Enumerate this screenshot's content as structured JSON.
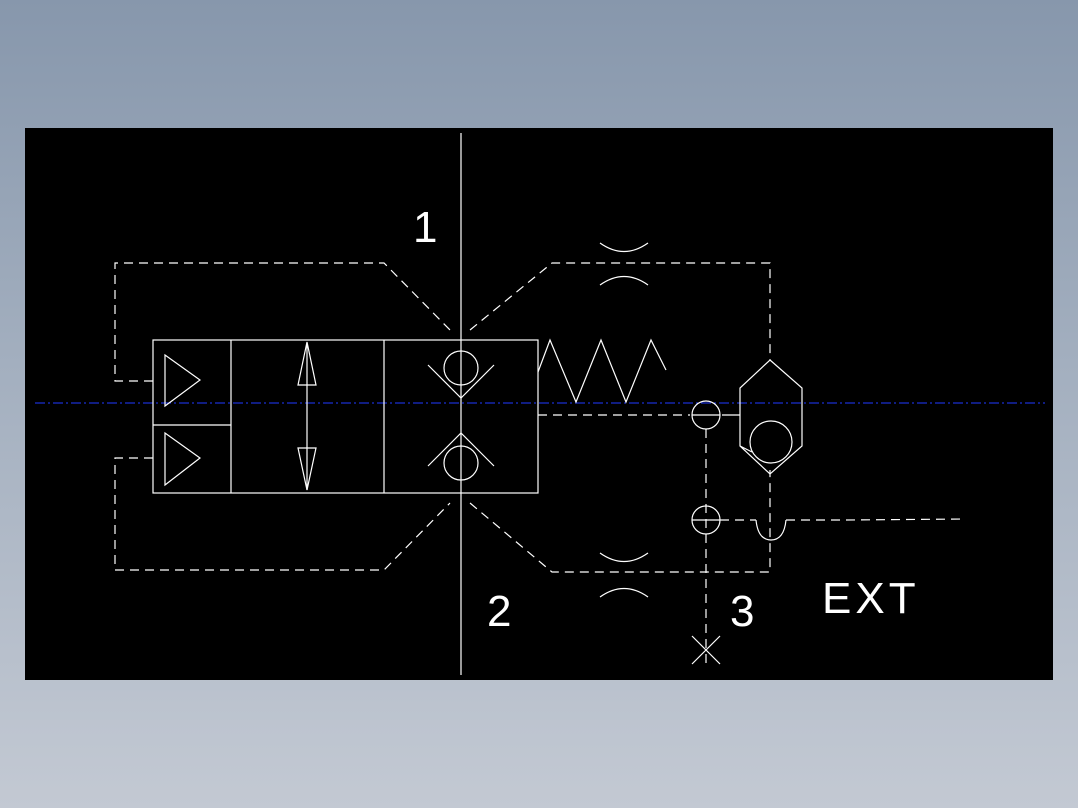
{
  "drawing": {
    "background_color": "#000000",
    "line_color": "#ffffff",
    "centerline_color": "#1a2fd0",
    "labels": {
      "port_1": "1",
      "port_2": "2",
      "port_3": "3",
      "ext": "EXT"
    }
  }
}
